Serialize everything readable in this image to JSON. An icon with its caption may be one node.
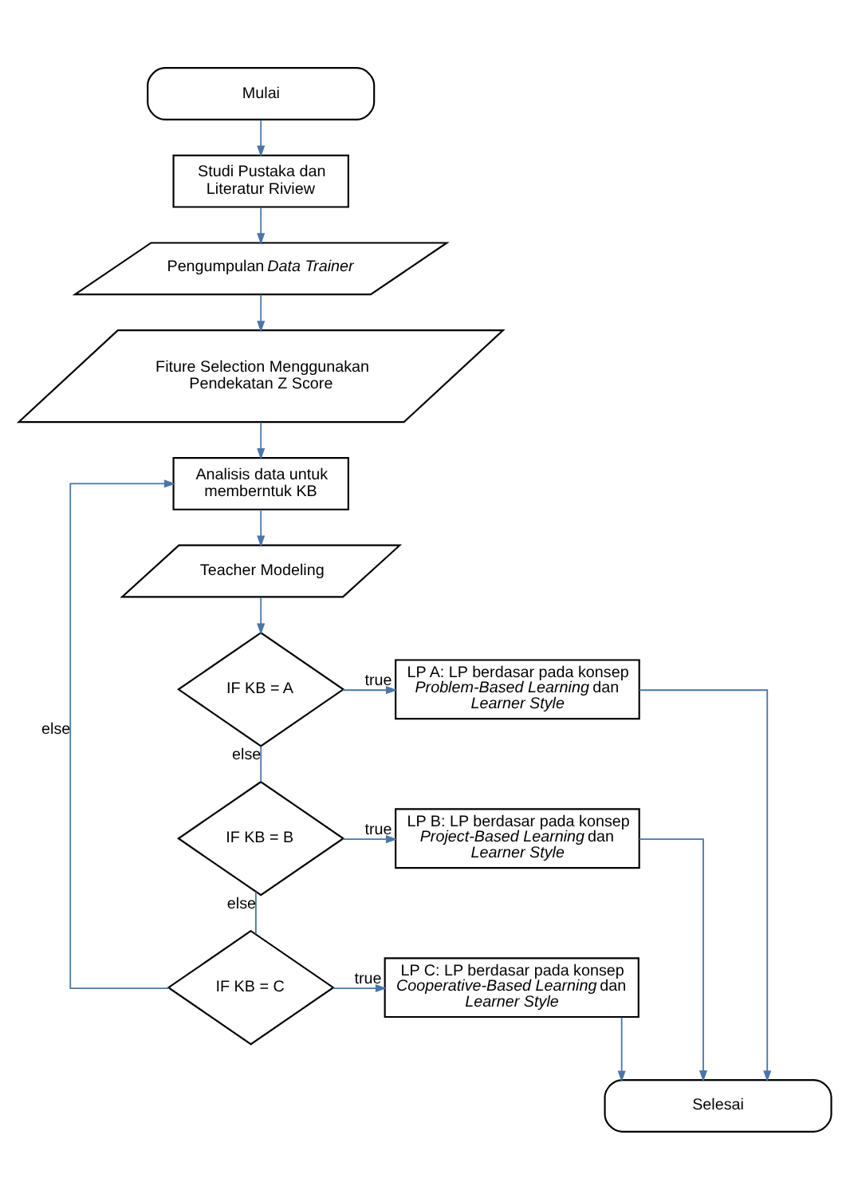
{
  "diagram": {
    "nodes": [
      {
        "text": [
          "Mulai"
        ]
      },
      {
        "text": [
          "Studi Pustaka dan Literatur Riview"
        ]
      },
      {
        "text": [
          "Pengumpulan *Data Trainer*"
        ]
      },
      {
        "text": [
          "Fiture Selection Menggunakan Pendekatan Z Score"
        ]
      },
      {
        "text": [
          "Analisis data untuk memberntuk KB"
        ]
      },
      {
        "text": [
          "Teacher Modeling"
        ]
      },
      {
        "text": [
          "IF KB = A"
        ]
      },
      {
        "text": [
          "LP A: LP berdasar pada konsep *Problem-Based Learning* dan *Learner Style*"
        ]
      },
      {
        "text": [
          "IF KB = B"
        ]
      },
      {
        "text": [
          "LP B: LP berdasar pada konsep *Project-Based Learning* dan *Learner Style*"
        ]
      },
      {
        "text": [
          "IF KB = C"
        ]
      },
      {
        "text": [
          "LP C: LP berdasar pada konsep *Cooperative-Based Learning* dan *Learner Style*"
        ]
      },
      {
        "text": [
          "Selesai"
        ]
      }
    ],
    "edges": [
      {
        "from": 0,
        "to": 1,
        "arrow": "to"
      },
      {
        "from": 1,
        "to": 2,
        "arrow": "to"
      },
      {
        "from": 2,
        "to": 3,
        "arrow": "to"
      },
      {
        "from": 3,
        "to": 4,
        "arrow": "to"
      },
      {
        "from": 4,
        "to": 5,
        "arrow": "to"
      },
      {
        "from": 5,
        "to": 6,
        "arrow": "to"
      },
      {
        "from": 6,
        "to": 7,
        "arrow": "to",
        "label": "true"
      },
      {
        "from": 6,
        "to": 8,
        "arrow": "none",
        "label": "else"
      },
      {
        "from": 8,
        "to": 9,
        "arrow": "to",
        "label": "true"
      },
      {
        "from": 8,
        "to": 10,
        "arrow": "none",
        "label": "else"
      },
      {
        "from": 10,
        "to": 11,
        "arrow": "to",
        "label": "true"
      },
      {
        "from": 10,
        "to": 4,
        "arrow": "to",
        "label": "else"
      },
      {
        "from": 7,
        "to": 12,
        "arrow": "to"
      },
      {
        "from": 9,
        "to": 12,
        "arrow": "to"
      },
      {
        "from": 11,
        "to": 12,
        "arrow": "to"
      }
    ]
  }
}
